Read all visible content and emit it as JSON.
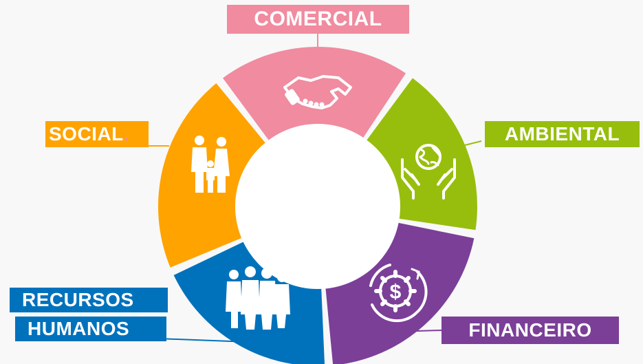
{
  "diagram": {
    "segments": [
      {
        "id": "comercial",
        "label": "COMERCIAL",
        "color": "#f08ba0",
        "icon": "handshake-icon"
      },
      {
        "id": "ambiental",
        "label": "AMBIENTAL",
        "color": "#97be0d",
        "icon": "hands-globe-icon"
      },
      {
        "id": "financeiro",
        "label": "FINANCEIRO",
        "color": "#7b3f98",
        "icon": "gear-dollar-cycle-icon"
      },
      {
        "id": "recursos_humanos",
        "label_line1": "RECURSOS",
        "label_line2": "HUMANOS",
        "color": "#0072bc",
        "icon": "workers-group-icon"
      },
      {
        "id": "social",
        "label": "SOCIAL",
        "color": "#ffa300",
        "icon": "family-icon"
      }
    ],
    "center_color": "#ffffff",
    "background": "#f8f8f8"
  }
}
